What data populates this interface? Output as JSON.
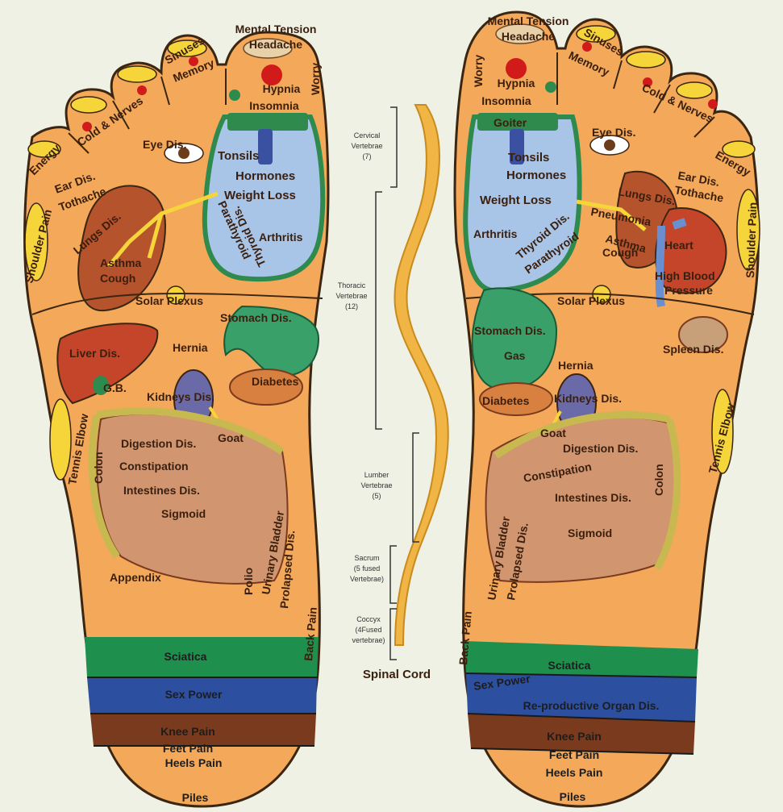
{
  "colors": {
    "background": "#eef1e4",
    "foot": "#f3a85a",
    "foot_outline": "#3b2612",
    "thyroid": "#a8c4e6",
    "thyroid_outline": "#2f8a4d",
    "spine": "#f0b545",
    "band_green": "#1f8f4d",
    "band_blue": "#2c4fa0",
    "band_brown": "#7a3a1e",
    "point_red": "#d11a1a",
    "point_yellow": "#f5d53a"
  },
  "left_foot": {
    "mental_tension": "Mental Tension",
    "headache": "Headache",
    "hypnia": "Hypnia",
    "insomnia": "Insomnia",
    "worry": "Worry",
    "memory": "Memory",
    "sinuses": "Sinuses",
    "cold_nerves": "Cold & Nerves",
    "energy": "Energy",
    "eye_dis": "Eye Dis.",
    "ear_dis": "Ear Dis.",
    "tothache": "Tothache",
    "shoulder_pain": "Shoulder Pain",
    "lungs_dis": "Lungs Dis.",
    "asthma": "Asthma",
    "cough": "Cough",
    "tonsils": "Tonsils",
    "hormones": "Hormones",
    "weight_loss": "Weight Loss",
    "thyroid_dis": "Thyroid Dis.",
    "parathyroid": "Parathyroid",
    "arthritis": "Arthritis",
    "solar_plexus": "Solar Plexus",
    "stomach_dis": "Stomach Dis.",
    "liver_dis": "Liver Dis.",
    "hernia": "Hernia",
    "gb": "G.B.",
    "kidneys_dis": "Kidneys Dis.",
    "diabetes": "Diabetes",
    "tennis_elbow": "Tennis Elbow",
    "colon": "Colon",
    "digestion_dis": "Digestion Dis.",
    "goat": "Goat",
    "constipation": "Constipation",
    "intestines_dis": "Intestines Dis.",
    "sigmoid": "Sigmoid",
    "appendix": "Appendix",
    "polio": "Polio",
    "urinary_bladder": "Urinary Bladder",
    "prolapsed_dis": "Prolapsed Dis.",
    "back_pain": "Back Pain",
    "sciatica": "Sciatica",
    "sex_power": "Sex Power",
    "knee_pain": "Knee Pain",
    "feet_pain": "Feet Pain",
    "heels_pain": "Heels Pain",
    "piles": "Piles"
  },
  "right_foot": {
    "mental_tension": "Mental Tension",
    "headache": "Headache",
    "hypnia": "Hypnia",
    "insomnia": "Insomnia",
    "worry": "Worry",
    "memory": "Memory",
    "sinuses": "Sinuses",
    "cold_nerves": "Cold & Nerves",
    "energy": "Energy",
    "goiter": "Goiter",
    "eye_dis": "Eye Dis.",
    "ear_dis": "Ear Dis.",
    "tothache": "Tothache",
    "tonsils": "Tonsils",
    "hormones": "Hormones",
    "lungs_dis": "Lungs Dis.",
    "shoulder_pain": "Shoulder Pain",
    "weight_loss": "Weight Loss",
    "pneumonia": "Pneumonia",
    "arthritis": "Arthritis",
    "thyroid_dis": "Thyroid Dis.",
    "parathyroid": "Parathyroid",
    "asthma": "Asthma",
    "cough": "Cough",
    "heart": "Heart",
    "high_blood": "High Blood",
    "pressure": "Pressure",
    "solar_plexus": "Solar Plexus",
    "stomach_dis": "Stomach Dis.",
    "gas": "Gas",
    "spleen_dis": "Spleen Dis.",
    "hernia": "Hernia",
    "diabetes": "Diabetes",
    "kidneys_dis": "Kidneys Dis.",
    "tennis_elbow": "Tennis Elbow",
    "goat": "Goat",
    "digestion_dis": "Digestion Dis.",
    "constipation": "Constipation",
    "intestines_dis": "Intestines Dis.",
    "colon": "Colon",
    "sigmoid": "Sigmoid",
    "urinary_bladder": "Urinary Bladder",
    "prolapsed_dis": "Prolapsed Dis.",
    "back_pain": "Back Pain",
    "sciatica": "Sciatica",
    "sex_power": "Sex Power",
    "reproductive": "Re-productive Organ Dis.",
    "knee_pain": "Knee Pain",
    "feet_pain": "Feet Pain",
    "heels_pain": "Heels Pain",
    "piles": "Piles"
  },
  "spine": {
    "cervical": [
      "Cervical",
      "Vertebrae",
      "(7)"
    ],
    "thoracic": [
      "Thoracic",
      "Vertebrae",
      "(12)"
    ],
    "lumber": [
      "Lumber",
      "Vertebrae",
      "(5)"
    ],
    "sacrum": [
      "Sacrum",
      "(5 fused",
      "Vertebrae)"
    ],
    "coccyx": [
      "Coccyx",
      "(4Fused",
      "vertebrae)"
    ],
    "title": "Spinal Cord"
  }
}
